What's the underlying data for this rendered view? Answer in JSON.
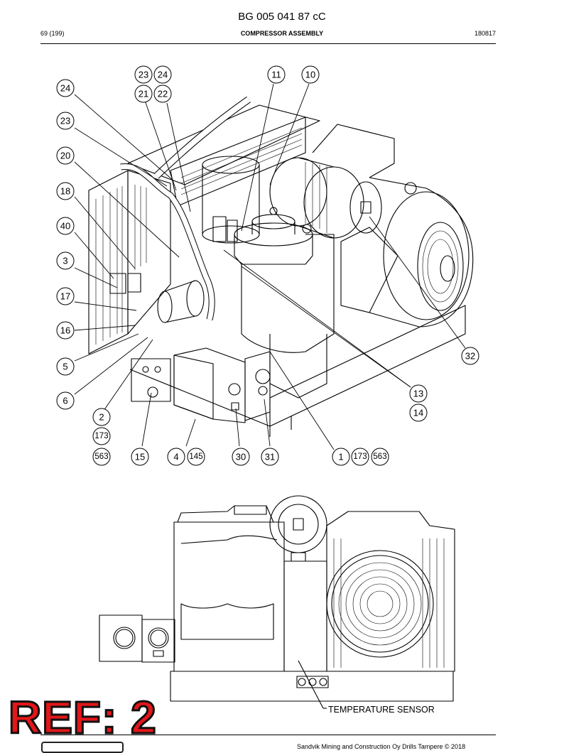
{
  "header": {
    "document_id": "BG 005 041 87 cC",
    "page": "69 (199)",
    "section_title": "COMPRESSOR ASSEMBLY",
    "date_code": "180817"
  },
  "callouts": [
    {
      "label": "23"
    },
    {
      "label": "24"
    },
    {
      "label": "21"
    },
    {
      "label": "22"
    },
    {
      "label": "11"
    },
    {
      "label": "10"
    },
    {
      "label": "24"
    },
    {
      "label": "23"
    },
    {
      "label": "20"
    },
    {
      "label": "18"
    },
    {
      "label": "40"
    },
    {
      "label": "3"
    },
    {
      "label": "17"
    },
    {
      "label": "16"
    },
    {
      "label": "5"
    },
    {
      "label": "6"
    },
    {
      "label": "2"
    },
    {
      "label": "173"
    },
    {
      "label": "563"
    },
    {
      "label": "15"
    },
    {
      "label": "4"
    },
    {
      "label": "145"
    },
    {
      "label": "30"
    },
    {
      "label": "31"
    },
    {
      "label": "1"
    },
    {
      "label": "173"
    },
    {
      "label": "563"
    },
    {
      "label": "13"
    },
    {
      "label": "14"
    },
    {
      "label": "32"
    }
  ],
  "annotations": {
    "temperature_sensor": "TEMPERATURE SENSOR"
  },
  "stamp": {
    "text": "REF: 2",
    "color": "#e3161a"
  },
  "footer": {
    "copyright": "Sandvik Mining and Construction Oy Drills Tampere © 2018"
  }
}
